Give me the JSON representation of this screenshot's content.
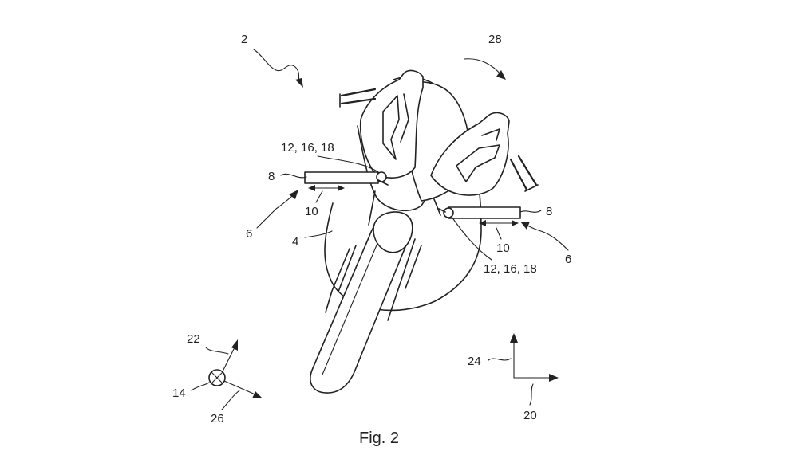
{
  "figure": {
    "caption": "Fig. 2",
    "reference_numerals": {
      "motorcycle": "2",
      "rotation_direction": "28",
      "wheel": "4",
      "wing_left": "6",
      "wing_right": "6",
      "wing_surface_left": "8",
      "wing_surface_right": "8",
      "travel_left": "10",
      "travel_right": "10",
      "joint_left": "12, 16, 18",
      "joint_right": "12, 16, 18",
      "axis_vertical": "22",
      "axis_point": "14",
      "axis_diagonal": "26",
      "frame_vertical": "24",
      "frame_horizontal": "20"
    }
  }
}
